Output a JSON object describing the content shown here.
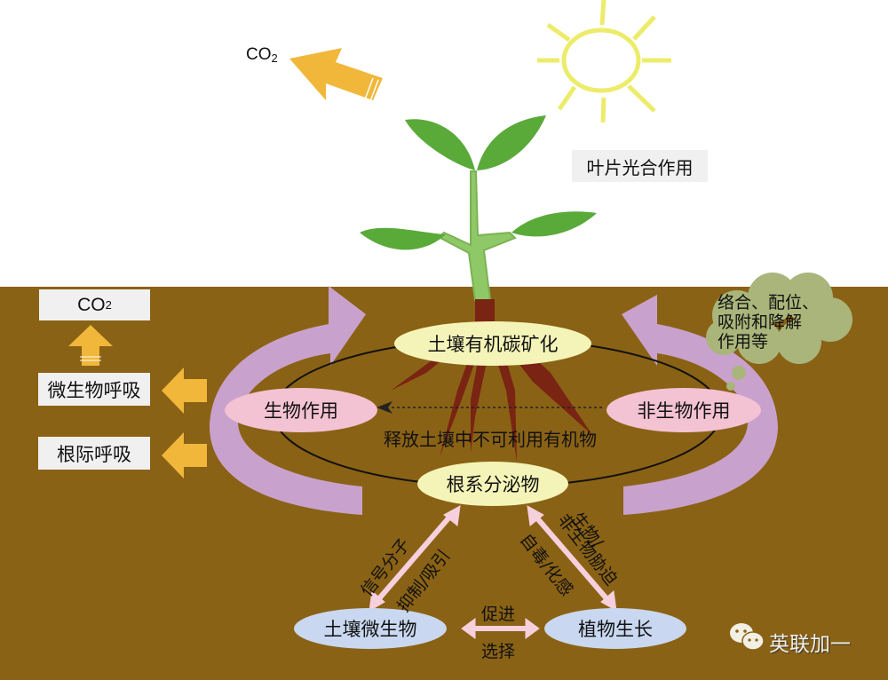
{
  "above_ground": {
    "co2_release_label": "CO",
    "co2_subscript": "2",
    "photosynthesis_label": "叶片光合作用"
  },
  "below_ground": {
    "co2_box": {
      "main": "CO",
      "sub": "2"
    },
    "microbial_respiration": "微生物呼吸",
    "rhizosphere_respiration": "根际呼吸",
    "soil_carbon_mineralization": "土壤有机碳矿化",
    "biological_action": "生物作用",
    "abiotic_action": "非生物作用",
    "release_text": "释放土壤中不可利用有机物",
    "root_exudates": "根系分泌物",
    "cloud_text": [
      "络合、配位、",
      "吸附和降解",
      "作用等"
    ],
    "soil_microbes": "土壤微生物",
    "plant_growth": "植物生长",
    "left_arrow_labels": [
      "信号分子",
      "抑制/吸引"
    ],
    "right_arrow_labels": [
      "生物/",
      "非生物胁迫",
      "自毒/化感"
    ],
    "bottom_arrow_top": "促进",
    "bottom_arrow_bottom": "选择"
  },
  "watermark": {
    "icon": "wechat-icon",
    "text": "英联加一"
  },
  "colors": {
    "soil": "#8a6215",
    "orange_arrow": "#f0b73a",
    "purple_arrow": "#c8a2cc",
    "sun": "#ecec6a",
    "leaf": "#5aaa3a",
    "stem": "#8fc866",
    "root": "#7a2413",
    "cloud": "#a9b57a"
  }
}
